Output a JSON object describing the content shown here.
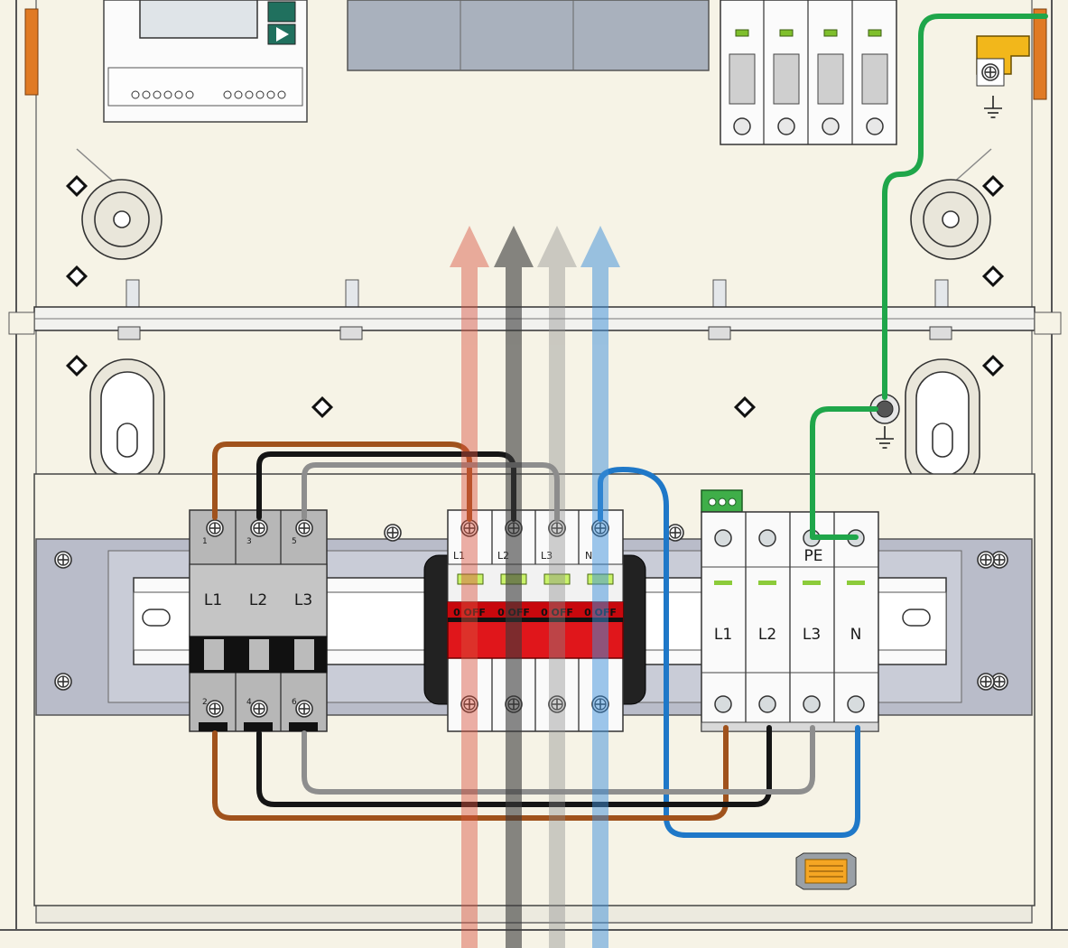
{
  "mcb": {
    "phase_labels": [
      "L1",
      "L2",
      "L3"
    ],
    "top_terminal_numbers": [
      "1",
      "3",
      "5"
    ],
    "bottom_terminal_numbers": [
      "2",
      "4",
      "6"
    ]
  },
  "switch_disconnector": {
    "terminal_labels": [
      "L1",
      "L2",
      "L3",
      "N"
    ],
    "state_label": "0 OFF"
  },
  "surge_protector": {
    "pole_labels": [
      "L1",
      "L2",
      "L3",
      "N"
    ],
    "pe_label": "PE"
  },
  "colors": {
    "enclosure": "#f6f3e6",
    "din_rail_plate": "#b9bcc9",
    "wire_L1": "#a0521c",
    "wire_L2": "#151515",
    "wire_L3": "#8e8e8e",
    "wire_N": "#1f78c8",
    "wire_PE": "#1fa64a",
    "switch_red": "#e0161b",
    "label_orange": "#f5a623",
    "busbar_yellow": "#f2b71b"
  },
  "icons": [
    "earth-ground-icon",
    "direction-arrow-icon",
    "screw-terminal-icon"
  ]
}
